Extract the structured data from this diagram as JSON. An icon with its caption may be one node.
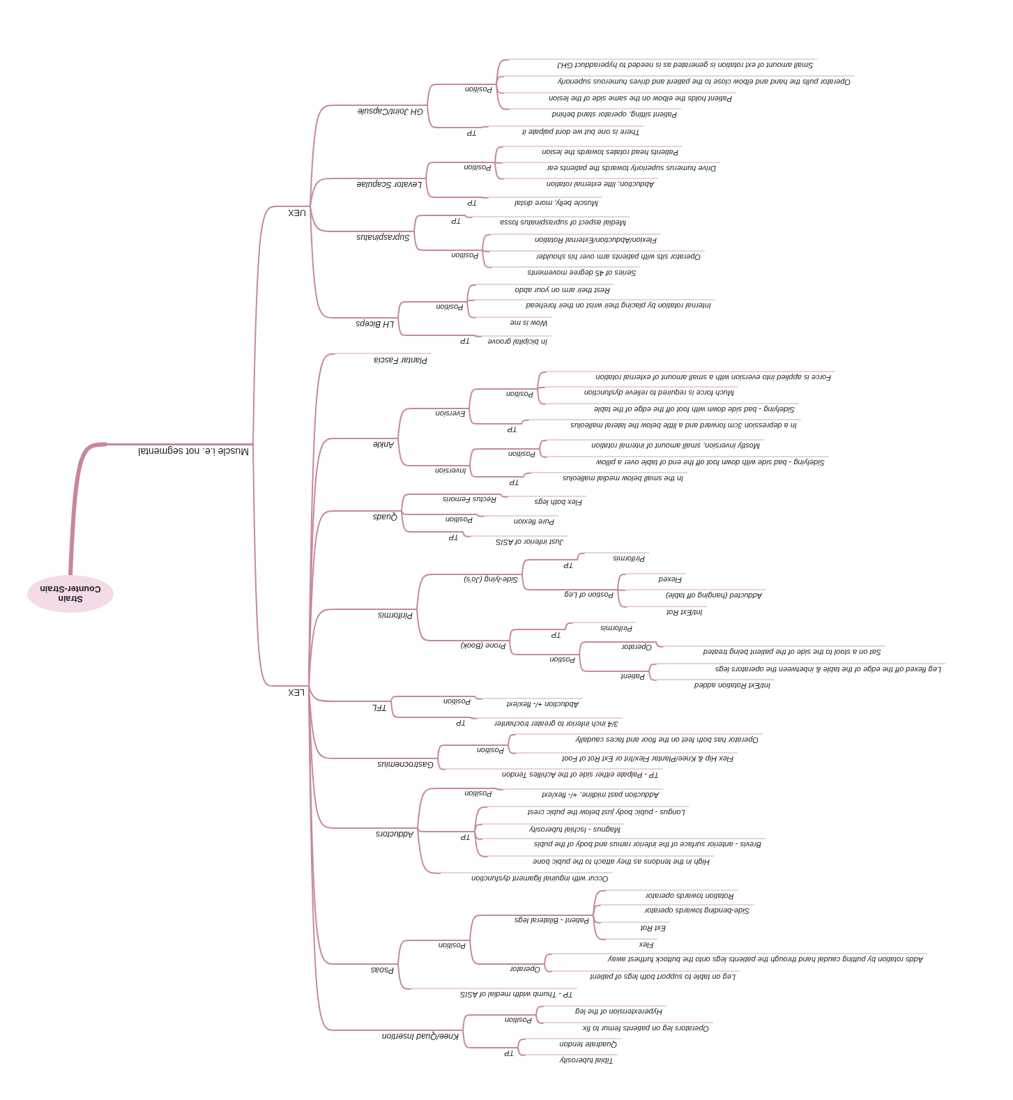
{
  "diagram": {
    "nodes": [
      {
        "text": [
          "Strain Counter-Strain"
        ]
      },
      {
        "text": [
          "Muscle i.e. not segmental"
        ]
      },
      {
        "text": [
          "UEX"
        ]
      },
      {
        "text": [
          "GH Joint/Capsule"
        ]
      },
      {
        "text": [
          "Position"
        ]
      },
      {
        "text": [
          "Small amount of ext rotation is generated as is needed to hyperadduct GHJ"
        ]
      },
      {
        "text": [
          "Operator pulls the hand and elbow close to the patient and drives humerous superiorly"
        ]
      },
      {
        "text": [
          "Patient holds the elbow on the same side of the lesion"
        ]
      },
      {
        "text": [
          "Patient sitting, operator stand behind"
        ]
      },
      {
        "text": [
          "TP"
        ]
      },
      {
        "text": [
          "There is one but we dont palpate it"
        ]
      },
      {
        "text": [
          "Levator Scapulae"
        ]
      },
      {
        "text": [
          "Position"
        ]
      },
      {
        "text": [
          "Patients head rotates towards the lesion"
        ]
      },
      {
        "text": [
          "Drive humerus superiorly towards the patients ear"
        ]
      },
      {
        "text": [
          "Abduction, litte external rotation"
        ]
      },
      {
        "text": [
          "TP"
        ]
      },
      {
        "text": [
          "Muscle belly, more distal"
        ]
      },
      {
        "text": [
          "Supraspinatus"
        ]
      },
      {
        "text": [
          "TP"
        ]
      },
      {
        "text": [
          "Medial aspect of supraspinatus fossa"
        ]
      },
      {
        "text": [
          "Position"
        ]
      },
      {
        "text": [
          "Flexion/Abduction/External Rotation"
        ]
      },
      {
        "text": [
          "Operator sits with patients arm over his shoulder"
        ]
      },
      {
        "text": [
          "Series of 45 degree movements"
        ]
      },
      {
        "text": [
          "LH Biceps"
        ]
      },
      {
        "text": [
          "Position"
        ]
      },
      {
        "text": [
          "Rest their arm on your abdo"
        ]
      },
      {
        "text": [
          "Internal rotation by placing their wrist on their forehead"
        ]
      },
      {
        "text": [
          "Wow is me"
        ]
      },
      {
        "text": [
          "TP"
        ]
      },
      {
        "text": [
          "In bicipital groove"
        ]
      },
      {
        "text": [
          "LEX"
        ]
      },
      {
        "text": [
          "Plantar Fascia"
        ]
      },
      {
        "text": [
          "Ankle"
        ]
      },
      {
        "text": [
          "Eversion"
        ]
      },
      {
        "text": [
          "Position"
        ]
      },
      {
        "text": [
          "Force is applied into eversion with a small amount of external rotation"
        ]
      },
      {
        "text": [
          "Much force is required to relieve dysfunction"
        ]
      },
      {
        "text": [
          "Sidelying - bad side down with foot off the edge of the table"
        ]
      },
      {
        "text": [
          "TP"
        ]
      },
      {
        "text": [
          "In a depression 3cm forward and a little below the lateral malleolus"
        ]
      },
      {
        "text": [
          "Inversion"
        ]
      },
      {
        "text": [
          "Position"
        ]
      },
      {
        "text": [
          "Mostly inversion, small amount of internal rotation"
        ]
      },
      {
        "text": [
          "Sidelying - bad side with down foot off the end of table over a pillow"
        ]
      },
      {
        "text": [
          "TP"
        ]
      },
      {
        "text": [
          "In the small below medial malleolus"
        ]
      },
      {
        "text": [
          "Quads"
        ]
      },
      {
        "text": [
          "Rectus Femoris"
        ]
      },
      {
        "text": [
          "Flex both legs"
        ]
      },
      {
        "text": [
          "Position"
        ]
      },
      {
        "text": [
          "Pure flexion"
        ]
      },
      {
        "text": [
          "TP"
        ]
      },
      {
        "text": [
          "Just inferior of ASIS"
        ]
      },
      {
        "text": [
          "Piriformis"
        ]
      },
      {
        "text": [
          "Side-lying (Jo's)"
        ]
      },
      {
        "text": [
          "TP"
        ]
      },
      {
        "text": [
          "Piriformis"
        ]
      },
      {
        "text": [
          "Postion of Leg"
        ]
      },
      {
        "text": [
          "Flexed"
        ]
      },
      {
        "text": [
          "Adducted (hanging off table)"
        ]
      },
      {
        "text": [
          "Int/Ext Rot"
        ]
      },
      {
        "text": [
          "Prone (Book)"
        ]
      },
      {
        "text": [
          "TP"
        ]
      },
      {
        "text": [
          "Piriformis"
        ]
      },
      {
        "text": [
          "Postion"
        ]
      },
      {
        "text": [
          "Operator"
        ]
      },
      {
        "text": [
          "Sat on a stool to the side of the patient being treated"
        ]
      },
      {
        "text": [
          "Patient"
        ]
      },
      {
        "text": [
          "Leg flexed off the edge of the table & inbetween the operators legs"
        ]
      },
      {
        "text": [
          "Int/Ext Rotation added"
        ]
      },
      {
        "text": [
          "TFL"
        ]
      },
      {
        "text": [
          "Position"
        ]
      },
      {
        "text": [
          "Abduction +/- flex/ext"
        ]
      },
      {
        "text": [
          "TP"
        ]
      },
      {
        "text": [
          "3/4 inch inferior to greater trochanter"
        ]
      },
      {
        "text": [
          "Gastrocnemius"
        ]
      },
      {
        "text": [
          "Position"
        ]
      },
      {
        "text": [
          "Operator has both feet on the floor and faces caudally"
        ]
      },
      {
        "text": [
          "Flex Hip & Knee/Plantar Flex/Int or Ext Rot of Foot"
        ]
      },
      {
        "text": [
          "TP - Palpate either side of the Achilles Tendon"
        ]
      },
      {
        "text": [
          "Adductors"
        ]
      },
      {
        "text": [
          "Position"
        ]
      },
      {
        "text": [
          "Adduction past midline, +/- flex/ext"
        ]
      },
      {
        "text": [
          "TP"
        ]
      },
      {
        "text": [
          "Longus - pubic body just below the pubic crest"
        ]
      },
      {
        "text": [
          "Magnus - Ischial tuberosity"
        ]
      },
      {
        "text": [
          "Brevis - anterior surface of the inferior ramus and body of the pubis"
        ]
      },
      {
        "text": [
          "High in the tendons as they attach to the pubic bone"
        ]
      },
      {
        "text": [
          "Occur with inguinal ligament dysfunction"
        ]
      },
      {
        "text": [
          "Psoas"
        ]
      },
      {
        "text": [
          "Position"
        ]
      },
      {
        "text": [
          "Patient - Bilateral legs"
        ]
      },
      {
        "text": [
          "Rotation towards operator"
        ]
      },
      {
        "text": [
          "Side-bending towards operator"
        ]
      },
      {
        "text": [
          "Ext Rot"
        ]
      },
      {
        "text": [
          "Flex"
        ]
      },
      {
        "text": [
          "Operator"
        ]
      },
      {
        "text": [
          "Adds rotation by putting caudal hand through the patients legs onto the buttock furthest away"
        ]
      },
      {
        "text": [
          "Leg on table to support both legs of patient"
        ]
      },
      {
        "text": [
          "TP - Thumb width medial of ASIS"
        ]
      },
      {
        "text": [
          "Knee/Quad Insertion"
        ]
      },
      {
        "text": [
          "Position"
        ]
      },
      {
        "text": [
          "Hyperextension of the leg"
        ]
      },
      {
        "text": [
          "Operators leg on patients femur to fix"
        ]
      },
      {
        "text": [
          "TP"
        ]
      },
      {
        "text": [
          "Quadrate tendon"
        ]
      },
      {
        "text": [
          "Tibial tuberosity"
        ]
      }
    ],
    "edges": [
      {
        "from": 0,
        "to": 1,
        "arrow": "none",
        "style": "thick"
      },
      {
        "from": 1,
        "to": 2,
        "arrow": "none"
      },
      {
        "from": 2,
        "to": 3,
        "arrow": "none"
      },
      {
        "from": 3,
        "to": 4,
        "arrow": "none"
      },
      {
        "from": 4,
        "to": 5,
        "arrow": "none"
      },
      {
        "from": 4,
        "to": 6,
        "arrow": "none"
      },
      {
        "from": 4,
        "to": 7,
        "arrow": "none"
      },
      {
        "from": 4,
        "to": 8,
        "arrow": "none"
      },
      {
        "from": 3,
        "to": 9,
        "arrow": "none"
      },
      {
        "from": 9,
        "to": 10,
        "arrow": "none"
      },
      {
        "from": 2,
        "to": 11,
        "arrow": "none"
      },
      {
        "from": 11,
        "to": 12,
        "arrow": "none"
      },
      {
        "from": 12,
        "to": 13,
        "arrow": "none"
      },
      {
        "from": 12,
        "to": 14,
        "arrow": "none"
      },
      {
        "from": 12,
        "to": 15,
        "arrow": "none"
      },
      {
        "from": 11,
        "to": 16,
        "arrow": "none"
      },
      {
        "from": 16,
        "to": 17,
        "arrow": "none"
      },
      {
        "from": 2,
        "to": 18,
        "arrow": "none"
      },
      {
        "from": 18,
        "to": 19,
        "arrow": "none"
      },
      {
        "from": 19,
        "to": 20,
        "arrow": "none"
      },
      {
        "from": 18,
        "to": 21,
        "arrow": "none"
      },
      {
        "from": 21,
        "to": 22,
        "arrow": "none"
      },
      {
        "from": 21,
        "to": 23,
        "arrow": "none"
      },
      {
        "from": 21,
        "to": 24,
        "arrow": "none"
      },
      {
        "from": 2,
        "to": 25,
        "arrow": "none"
      },
      {
        "from": 25,
        "to": 26,
        "arrow": "none"
      },
      {
        "from": 26,
        "to": 27,
        "arrow": "none"
      },
      {
        "from": 26,
        "to": 28,
        "arrow": "none"
      },
      {
        "from": 26,
        "to": 29,
        "arrow": "none"
      },
      {
        "from": 25,
        "to": 30,
        "arrow": "none"
      },
      {
        "from": 30,
        "to": 31,
        "arrow": "none"
      },
      {
        "from": 1,
        "to": 32,
        "arrow": "none"
      },
      {
        "from": 32,
        "to": 33,
        "arrow": "none"
      },
      {
        "from": 32,
        "to": 34,
        "arrow": "none"
      },
      {
        "from": 34,
        "to": 35,
        "arrow": "none"
      },
      {
        "from": 35,
        "to": 36,
        "arrow": "none"
      },
      {
        "from": 36,
        "to": 37,
        "arrow": "none"
      },
      {
        "from": 36,
        "to": 38,
        "arrow": "none"
      },
      {
        "from": 36,
        "to": 39,
        "arrow": "none"
      },
      {
        "from": 35,
        "to": 40,
        "arrow": "none"
      },
      {
        "from": 40,
        "to": 41,
        "arrow": "none"
      },
      {
        "from": 34,
        "to": 42,
        "arrow": "none"
      },
      {
        "from": 42,
        "to": 43,
        "arrow": "none"
      },
      {
        "from": 43,
        "to": 44,
        "arrow": "none"
      },
      {
        "from": 43,
        "to": 45,
        "arrow": "none"
      },
      {
        "from": 42,
        "to": 46,
        "arrow": "none"
      },
      {
        "from": 46,
        "to": 47,
        "arrow": "none"
      },
      {
        "from": 32,
        "to": 48,
        "arrow": "none"
      },
      {
        "from": 48,
        "to": 49,
        "arrow": "none"
      },
      {
        "from": 49,
        "to": 50,
        "arrow": "none"
      },
      {
        "from": 48,
        "to": 51,
        "arrow": "none"
      },
      {
        "from": 51,
        "to": 52,
        "arrow": "none"
      },
      {
        "from": 48,
        "to": 53,
        "arrow": "none"
      },
      {
        "from": 53,
        "to": 54,
        "arrow": "none"
      },
      {
        "from": 32,
        "to": 55,
        "arrow": "none"
      },
      {
        "from": 55,
        "to": 56,
        "arrow": "none"
      },
      {
        "from": 56,
        "to": 57,
        "arrow": "none"
      },
      {
        "from": 57,
        "to": 58,
        "arrow": "none"
      },
      {
        "from": 56,
        "to": 59,
        "arrow": "none"
      },
      {
        "from": 59,
        "to": 60,
        "arrow": "none"
      },
      {
        "from": 59,
        "to": 61,
        "arrow": "none"
      },
      {
        "from": 59,
        "to": 62,
        "arrow": "none"
      },
      {
        "from": 55,
        "to": 63,
        "arrow": "none"
      },
      {
        "from": 63,
        "to": 64,
        "arrow": "none"
      },
      {
        "from": 64,
        "to": 65,
        "arrow": "none"
      },
      {
        "from": 63,
        "to": 66,
        "arrow": "none"
      },
      {
        "from": 66,
        "to": 67,
        "arrow": "none"
      },
      {
        "from": 67,
        "to": 68,
        "arrow": "none"
      },
      {
        "from": 66,
        "to": 69,
        "arrow": "none"
      },
      {
        "from": 69,
        "to": 70,
        "arrow": "none"
      },
      {
        "from": 69,
        "to": 71,
        "arrow": "none"
      },
      {
        "from": 32,
        "to": 72,
        "arrow": "none"
      },
      {
        "from": 72,
        "to": 73,
        "arrow": "none"
      },
      {
        "from": 73,
        "to": 74,
        "arrow": "none"
      },
      {
        "from": 72,
        "to": 75,
        "arrow": "none"
      },
      {
        "from": 75,
        "to": 76,
        "arrow": "none"
      },
      {
        "from": 32,
        "to": 77,
        "arrow": "none"
      },
      {
        "from": 77,
        "to": 78,
        "arrow": "none"
      },
      {
        "from": 78,
        "to": 79,
        "arrow": "none"
      },
      {
        "from": 78,
        "to": 80,
        "arrow": "none"
      },
      {
        "from": 77,
        "to": 81,
        "arrow": "none"
      },
      {
        "from": 32,
        "to": 82,
        "arrow": "none"
      },
      {
        "from": 82,
        "to": 83,
        "arrow": "none"
      },
      {
        "from": 83,
        "to": 84,
        "arrow": "none"
      },
      {
        "from": 82,
        "to": 85,
        "arrow": "none"
      },
      {
        "from": 85,
        "to": 86,
        "arrow": "none"
      },
      {
        "from": 85,
        "to": 87,
        "arrow": "none"
      },
      {
        "from": 85,
        "to": 88,
        "arrow": "none"
      },
      {
        "from": 85,
        "to": 89,
        "arrow": "none"
      },
      {
        "from": 82,
        "to": 90,
        "arrow": "none"
      },
      {
        "from": 32,
        "to": 91,
        "arrow": "none"
      },
      {
        "from": 91,
        "to": 92,
        "arrow": "none"
      },
      {
        "from": 92,
        "to": 93,
        "arrow": "none"
      },
      {
        "from": 93,
        "to": 94,
        "arrow": "none"
      },
      {
        "from": 93,
        "to": 95,
        "arrow": "none"
      },
      {
        "from": 93,
        "to": 96,
        "arrow": "none"
      },
      {
        "from": 93,
        "to": 97,
        "arrow": "none"
      },
      {
        "from": 92,
        "to": 98,
        "arrow": "none"
      },
      {
        "from": 98,
        "to": 99,
        "arrow": "none"
      },
      {
        "from": 98,
        "to": 100,
        "arrow": "none"
      },
      {
        "from": 91,
        "to": 101,
        "arrow": "none"
      },
      {
        "from": 32,
        "to": 102,
        "arrow": "none"
      },
      {
        "from": 102,
        "to": 103,
        "arrow": "none"
      },
      {
        "from": 103,
        "to": 104,
        "arrow": "none"
      },
      {
        "from": 103,
        "to": 105,
        "arrow": "none"
      },
      {
        "from": 102,
        "to": 106,
        "arrow": "none"
      },
      {
        "from": 106,
        "to": 107,
        "arrow": "none"
      },
      {
        "from": 106,
        "to": 108,
        "arrow": "none"
      }
    ]
  }
}
